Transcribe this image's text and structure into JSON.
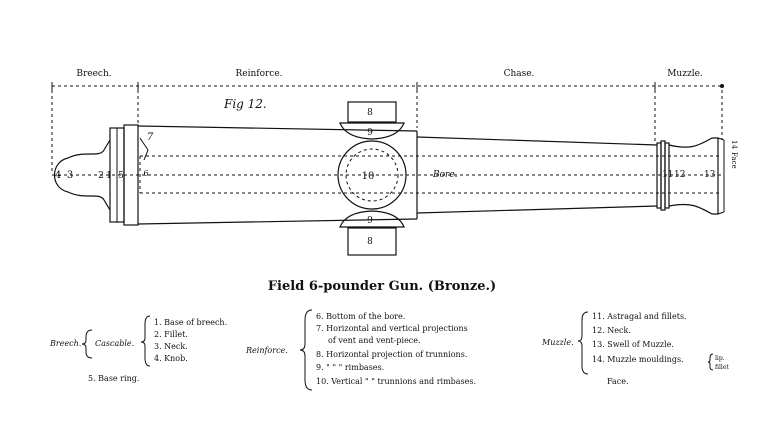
{
  "sections": {
    "breech": "Breech.",
    "reinforce": "Reinforce.",
    "chase": "Chase.",
    "muzzle": "Muzzle."
  },
  "figure_label": "Fig 12.",
  "part_numbers": {
    "n3": "3",
    "n2": "2",
    "n1": "1",
    "n5": "5",
    "n7": "7",
    "n6": "6",
    "n8_top": "8",
    "n9_top": "9",
    "n10": "10",
    "n9_bottom": "9",
    "n8_bottom": "8",
    "n11": "11",
    "n12": "12",
    "n13": "13",
    "n14": "14"
  },
  "bore_label": "Bore.",
  "face_label": "Face",
  "caption": "Field 6-pounder Gun. (Bronze.)",
  "legend": {
    "breech_group": "Breech.",
    "cascable_group": "Cascable.",
    "cascable_items": [
      "1. Base of breech.",
      "2. Fillet.",
      "3. Neck.",
      "4. Knob."
    ],
    "base_ring": "5. Base ring.",
    "reinforce_group": "Reinforce.",
    "reinforce_items": [
      "6. Bottom of the bore.",
      "7. Horizontal and vertical projections",
      "of vent and vent-piece.",
      "8. Horizontal projection of trunnions.",
      "9.          \"          \"       \" rimbases.",
      "10. Vertical        \"         \" trunnions and rimbases."
    ],
    "muzzle_group": "Muzzle.",
    "muzzle_items": [
      "11. Astragal and fillets.",
      "12. Neck.",
      "13. Swell of Muzzle.",
      "14. Muzzle mouldings."
    ],
    "lip": "lip.",
    "fillet": "fillet",
    "face": "Face."
  }
}
